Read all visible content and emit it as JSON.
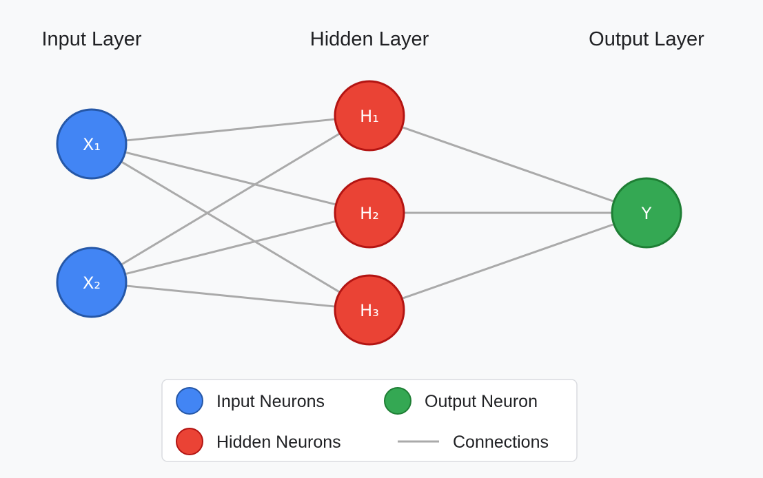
{
  "layers": {
    "input_title": "Input Layer",
    "hidden_title": "Hidden Layer",
    "output_title": "Output Layer"
  },
  "neurons": {
    "input": [
      "X₁",
      "X₂"
    ],
    "hidden": [
      "H₁",
      "H₂",
      "H₃"
    ],
    "output": [
      "Y"
    ]
  },
  "connections": [
    [
      "X₁",
      "H₁"
    ],
    [
      "X₁",
      "H₂"
    ],
    [
      "X₁",
      "H₃"
    ],
    [
      "X₂",
      "H₁"
    ],
    [
      "X₂",
      "H₂"
    ],
    [
      "X₂",
      "H₃"
    ],
    [
      "H₁",
      "Y"
    ],
    [
      "H₂",
      "Y"
    ],
    [
      "H₃",
      "Y"
    ]
  ],
  "legend": {
    "input_neurons": "Input Neurons",
    "hidden_neurons": "Hidden Neurons",
    "output_neuron": "Output Neuron",
    "connections": "Connections"
  },
  "colors": {
    "background": "#f8f9fa",
    "input_fill": "#4285f4",
    "input_stroke": "#2557a7",
    "hidden_fill": "#ea4335",
    "hidden_stroke": "#b31412",
    "output_fill": "#34a853",
    "output_stroke": "#1e7e34",
    "connection": "#aaaaaa",
    "legend_border": "#dadce0"
  }
}
